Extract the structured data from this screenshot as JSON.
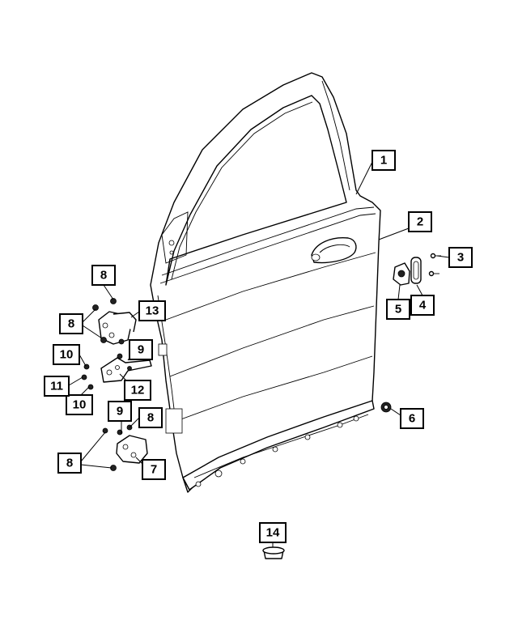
{
  "diagram": {
    "callouts": [
      {
        "id": "c1",
        "label": "1"
      },
      {
        "id": "c2",
        "label": "2"
      },
      {
        "id": "c3",
        "label": "3"
      },
      {
        "id": "c4",
        "label": "4"
      },
      {
        "id": "c5",
        "label": "5"
      },
      {
        "id": "c6",
        "label": "6"
      },
      {
        "id": "c7",
        "label": "7"
      },
      {
        "id": "c8a",
        "label": "8"
      },
      {
        "id": "c8b",
        "label": "8"
      },
      {
        "id": "c8c",
        "label": "8"
      },
      {
        "id": "c8d",
        "label": "8"
      },
      {
        "id": "c9a",
        "label": "9"
      },
      {
        "id": "c9b",
        "label": "9"
      },
      {
        "id": "c10a",
        "label": "10"
      },
      {
        "id": "c10b",
        "label": "10"
      },
      {
        "id": "c11",
        "label": "11"
      },
      {
        "id": "c12",
        "label": "12"
      },
      {
        "id": "c13",
        "label": "13"
      },
      {
        "id": "c14",
        "label": "14"
      }
    ]
  }
}
